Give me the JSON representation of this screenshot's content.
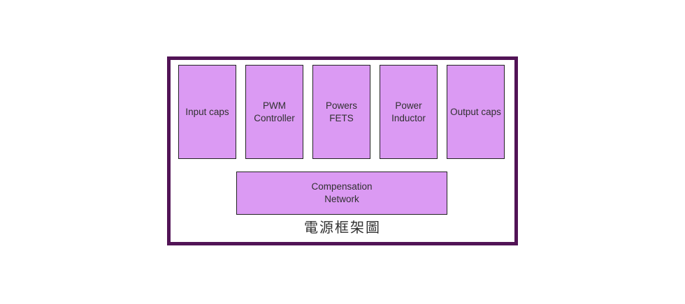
{
  "diagram": {
    "title": "電源框架圖",
    "blocks": [
      {
        "id": "input-caps",
        "label": "Input caps"
      },
      {
        "id": "pwm-controller",
        "label": "PWM\nController"
      },
      {
        "id": "powers-fets",
        "label": "Powers\nFETS"
      },
      {
        "id": "power-inductor",
        "label": "Power\nInductor"
      },
      {
        "id": "output-caps",
        "label": "Output caps"
      }
    ],
    "bottom_block": {
      "id": "compensation-network",
      "label": "Compensation\nNetwork"
    },
    "colors": {
      "background": "#FFFFFF",
      "frame_border": "#521456",
      "block_fill": "#DB9AF3",
      "block_border": "#222222",
      "text_color": "#303030"
    }
  }
}
